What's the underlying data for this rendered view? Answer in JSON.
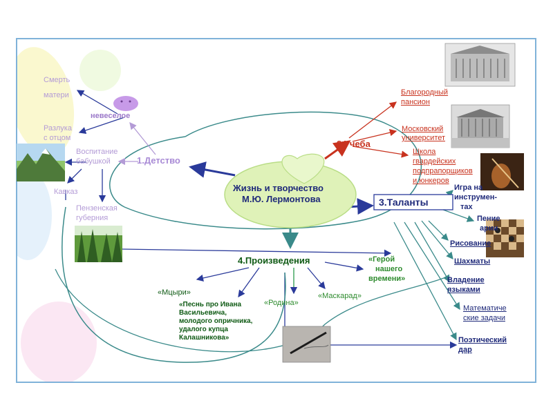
{
  "center": {
    "line1": "Жизнь и творчество",
    "line2": "М.Ю. Лермонтова"
  },
  "mood": "невеселое",
  "childhood": {
    "title": "1.Детство",
    "items": [
      "Смерть",
      "матери",
      "Разлука",
      "с отцом",
      "Воспитание",
      "бабушкой",
      "Кавказ",
      "Пензенская",
      "губерния"
    ]
  },
  "study": {
    "title": "2.Учеба",
    "items": [
      "Благородный",
      "пансион",
      "Московский",
      "университет",
      "Школа",
      "гвардейских",
      "подпрапорщиков",
      "и юнкеров"
    ]
  },
  "talents": {
    "title": "3.Таланты",
    "items": [
      "Игра на",
      "инструмен-",
      "тах",
      "Пение",
      "арии",
      "Рисование",
      "Шахматы",
      "Владение",
      "языками",
      "Математиче",
      "ские задачи",
      "Поэтический",
      "дар"
    ]
  },
  "works": {
    "title": "4.Произведения",
    "items": [
      "«Мцыри»",
      "«Песнь про Ивана",
      "Васильевича,",
      "молодого опричника,",
      "удалого купца",
      "Калашникова»",
      "«Родина»",
      "«Маскарад»",
      "«Герой",
      "нашего",
      "времени»"
    ]
  },
  "colors": {
    "frame": "#7fb2d9",
    "arrow_blue": "#2a3a9a",
    "arrow_red": "#c8321e",
    "center_fill": "#dff2b8",
    "heart_fill": "#e9f7cc"
  },
  "icons": [
    "heart-icon",
    "smiley-face-icon"
  ]
}
